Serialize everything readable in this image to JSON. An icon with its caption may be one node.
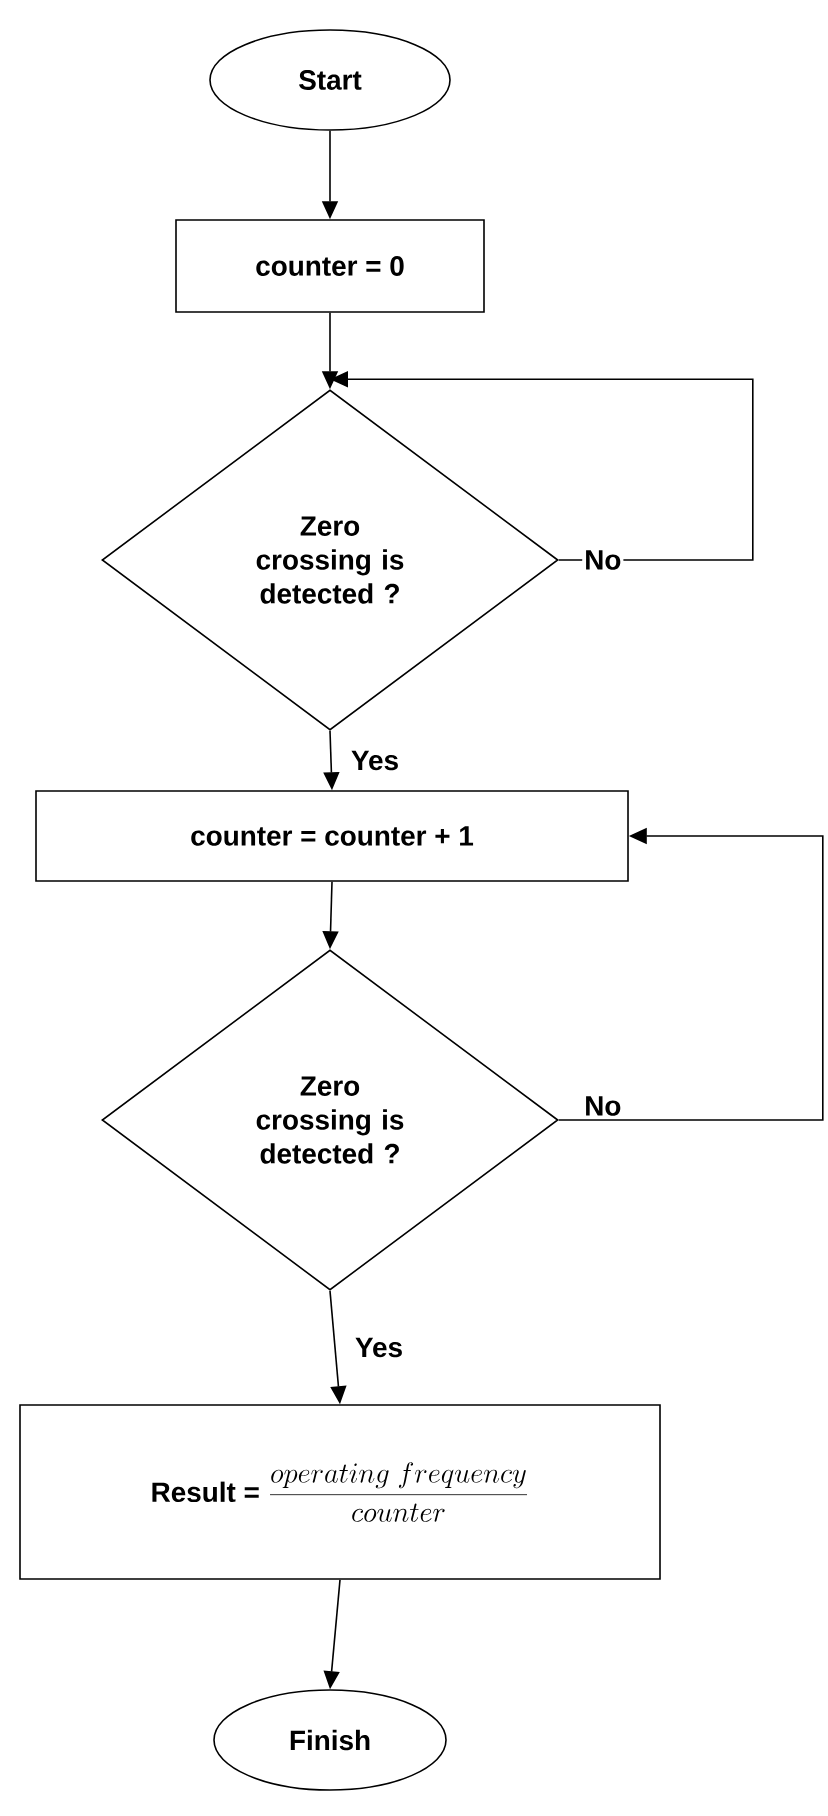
{
  "diagram": {
    "nodes": [
      {
        "text": [
          "Start"
        ]
      },
      {
        "text": [
          "counter = 0"
        ]
      },
      {
        "text": [
          "Zero crossing is detected ?"
        ]
      },
      {
        "text": [
          "counter = counter + 1"
        ]
      },
      {
        "text": [
          "Zero crossing is detected ?"
        ]
      },
      {
        "text": [
          "Result =",
          "\\frac{operating\\ frequency}{counter}"
        ]
      },
      {
        "text": [
          "Finish"
        ]
      }
    ],
    "edges": [
      {
        "from": 0,
        "to": 1,
        "arrow": "to"
      },
      {
        "from": 1,
        "to": 2,
        "arrow": "to"
      },
      {
        "from": 2,
        "to": 2,
        "arrow": "to",
        "label": "No"
      },
      {
        "from": 2,
        "to": 3,
        "arrow": "to",
        "label": "Yes"
      },
      {
        "from": 3,
        "to": 4,
        "arrow": "to"
      },
      {
        "from": 4,
        "to": 3,
        "arrow": "to",
        "label": "No"
      },
      {
        "from": 4,
        "to": 5,
        "arrow": "to",
        "label": "Yes"
      },
      {
        "from": 5,
        "to": 6,
        "arrow": "to"
      }
    ]
  }
}
